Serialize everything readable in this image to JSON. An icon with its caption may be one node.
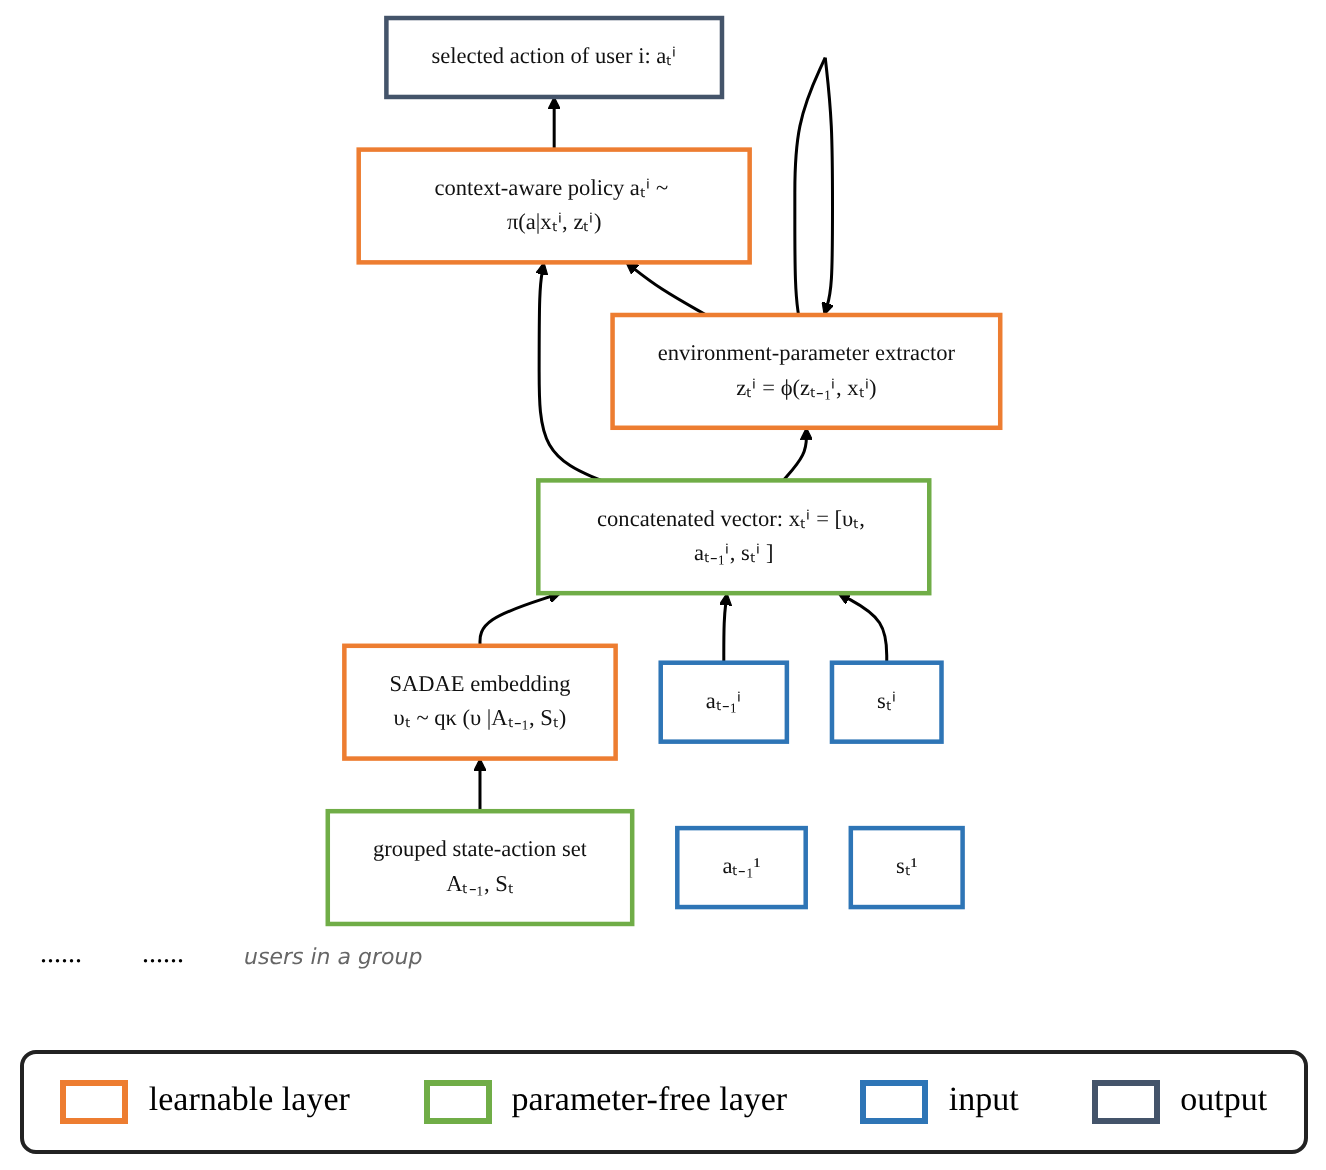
{
  "diagram": {
    "nodes": [
      {
        "text": [
          "selected action of user i: aₜⁱ"
        ]
      },
      {
        "text": [
          "context-aware policy aₜⁱ ~ π(a|xₜⁱ, zₜⁱ)"
        ]
      },
      {
        "text": [
          "environment-parameter extractor",
          "zₜⁱ = ϕ(zₜ₋₁ⁱ, xₜⁱ)"
        ]
      },
      {
        "text": [
          "concatenated vector: xₜⁱ = [υₜ, aₜ₋₁ⁱ, sₜⁱ ]"
        ]
      },
      {
        "text": [
          "SADAE embedding",
          "υₜ ~ qκ (υ |Aₜ₋₁, Sₜ)"
        ]
      },
      {
        "text": [
          "grouped state-action set",
          "Aₜ₋₁, Sₜ"
        ]
      },
      {
        "text": [
          "aₜ₋₁ⁱ"
        ]
      },
      {
        "text": [
          "sₜⁱ"
        ]
      },
      {
        "text": [
          "aₜ₋₁¹"
        ]
      },
      {
        "text": [
          "sₜ¹"
        ]
      }
    ],
    "edges": [
      {
        "from": 1,
        "to": 0,
        "arrow": "to"
      },
      {
        "from": 3,
        "to": 1,
        "arrow": "to"
      },
      {
        "from": 2,
        "to": 1,
        "arrow": "to"
      },
      {
        "from": 3,
        "to": 2,
        "arrow": "to"
      },
      {
        "from": 2,
        "to": 2,
        "arrow": "to"
      },
      {
        "from": 4,
        "to": 3,
        "arrow": "to"
      },
      {
        "from": 6,
        "to": 3,
        "arrow": "to"
      },
      {
        "from": 7,
        "to": 3,
        "arrow": "to"
      },
      {
        "from": 5,
        "to": 4,
        "arrow": "to"
      }
    ],
    "labels": [
      "......",
      "......",
      "users in a group"
    ],
    "legend": [
      {
        "text": "learnable layer",
        "color": "#ed7d31"
      },
      {
        "text": "parameter-free layer",
        "color": "#70ad47"
      },
      {
        "text": "input",
        "color": "#2e75b6"
      },
      {
        "text": "output",
        "color": "#44546a"
      }
    ]
  }
}
